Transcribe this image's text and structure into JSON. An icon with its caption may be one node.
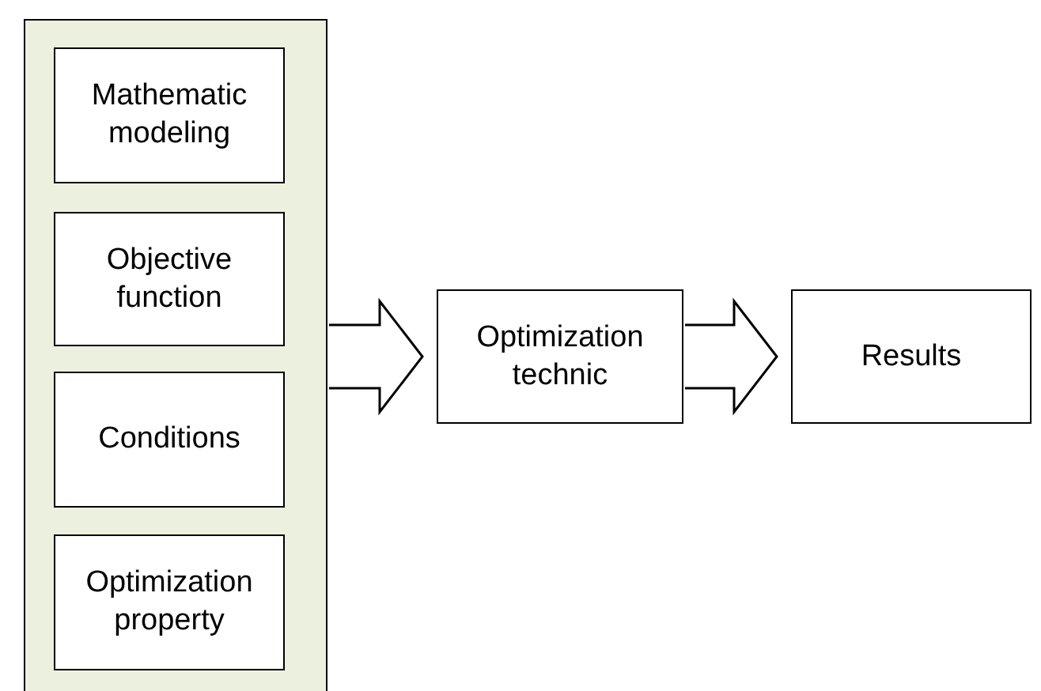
{
  "diagram": {
    "nodes": [
      {
        "text": [],
        "shape": "box"
      },
      {
        "text": [
          "Mathematic modeling"
        ],
        "in": 0
      },
      {
        "text": [
          "Objective function"
        ],
        "in": 0
      },
      {
        "text": [
          "Conditions"
        ],
        "in": 0
      },
      {
        "text": [
          "Optimization property"
        ],
        "in": 0
      },
      {
        "text": [
          "Optimization technic"
        ]
      },
      {
        "text": [
          "Results"
        ]
      }
    ],
    "edges": [
      {
        "from": 0,
        "to": 5,
        "arrow": "to"
      },
      {
        "from": 5,
        "to": 6,
        "arrow": "to"
      }
    ]
  }
}
